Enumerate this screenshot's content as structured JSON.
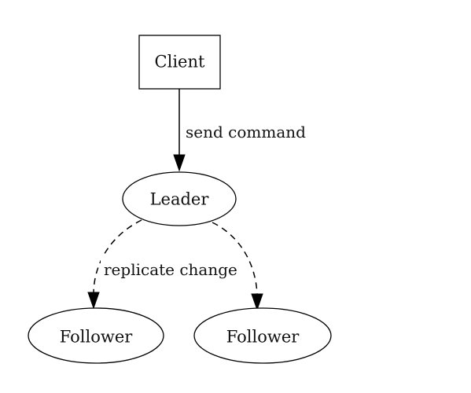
{
  "diagram": {
    "nodes": {
      "client": {
        "label": "Client",
        "shape": "box"
      },
      "leader": {
        "label": "Leader",
        "shape": "ellipse"
      },
      "follower_left": {
        "label": "Follower",
        "shape": "ellipse"
      },
      "follower_right": {
        "label": "Follower",
        "shape": "ellipse"
      }
    },
    "edges": {
      "send_command": {
        "from": "client",
        "to": "leader",
        "label": "send command",
        "style": "solid"
      },
      "replicate_left": {
        "from": "leader",
        "to": "follower_left",
        "label": "replicate change",
        "style": "dashed"
      },
      "replicate_right": {
        "from": "leader",
        "to": "follower_right",
        "label": "",
        "style": "dashed"
      }
    },
    "colors": {
      "stroke": "#000000",
      "text": "#111111",
      "background": "#ffffff"
    }
  }
}
